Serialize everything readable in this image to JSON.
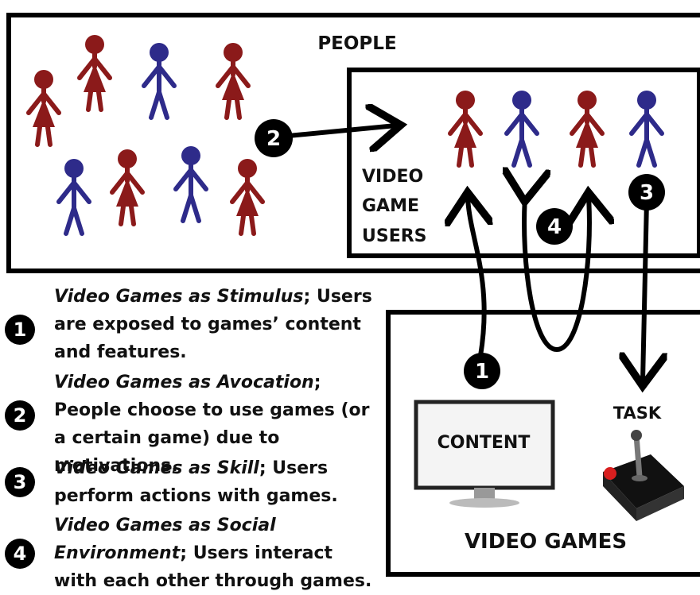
{
  "labels": {
    "people": "PEOPLE",
    "users_line1": "VIDEO",
    "users_line2": "GAME",
    "users_line3": "USERS",
    "content": "CONTENT",
    "task": "TASK",
    "video_games": "VIDEO GAMES"
  },
  "markers": [
    "1",
    "2",
    "3",
    "4"
  ],
  "legend": [
    {
      "num": "1",
      "title": "Video Games as Stimulus",
      "desc": "; Users are exposed to games’ content and features."
    },
    {
      "num": "2",
      "title": "Video Games as Avocation",
      "desc": "; People choose to use games (or a certain game) due to motivations."
    },
    {
      "num": "3",
      "title": "Video Games as Skill",
      "desc": "; Users perform actions with games."
    },
    {
      "num": "4",
      "title": "Video Games as Social Environment",
      "desc": "; Users interact with each other through games."
    }
  ],
  "colors": {
    "female": "#8b1a1a",
    "male": "#2e2b8a",
    "joystick_button": "#d81f1f"
  }
}
